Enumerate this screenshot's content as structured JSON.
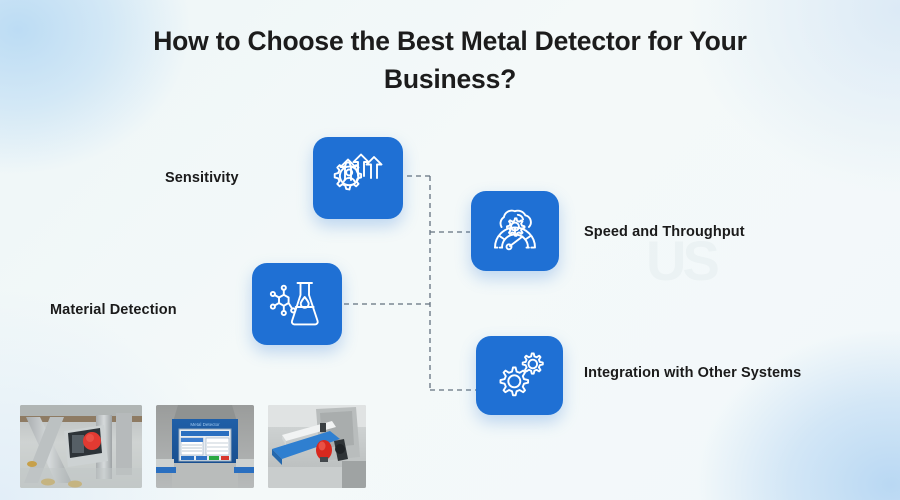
{
  "page": {
    "title_line_1": "How to Choose the Best Metal Detector for Your",
    "title_line_2": "Business?",
    "watermark_text": "US",
    "background_accent_color": "#bcdcf4",
    "background_base_color": "#f2f8fa",
    "title_color": "#1c1c1c"
  },
  "theme": {
    "tile_color": "#1f70d4",
    "tile_icon_color": "#ffffff",
    "connector_color": "#4a5a6a",
    "label_color": "#1b1b1b"
  },
  "diagram": {
    "connector_style": "dashed",
    "nodes": [
      {
        "id": "sensitivity",
        "label": "Sensitivity",
        "label_side": "left",
        "icon": "gear-person-arrows-icon",
        "icon_description": "gear with person inside and three rising arrows"
      },
      {
        "id": "speed",
        "label": "Speed and Throughput",
        "label_side": "right",
        "icon": "gauge-gear-cloud-icon",
        "icon_description": "speedometer gauge with gear and cloud"
      },
      {
        "id": "material",
        "label": "Material Detection",
        "label_side": "left",
        "icon": "flask-molecule-icon",
        "icon_description": "laboratory flask with molecular structure"
      },
      {
        "id": "integration",
        "label": "Integration with Other Systems",
        "label_side": "right",
        "icon": "two-gears-icon",
        "icon_description": "two interlocking gears"
      }
    ]
  },
  "photos": [
    {
      "id": "photo-1",
      "alt": "Stainless steel metal detector frame with control box and red emergency stop button"
    },
    {
      "id": "photo-2",
      "alt": "Blue metal detector control panel with touchscreen interface"
    },
    {
      "id": "photo-3",
      "alt": "Conveyor belt metal detector with blue belt and red indicator beacon"
    }
  ]
}
